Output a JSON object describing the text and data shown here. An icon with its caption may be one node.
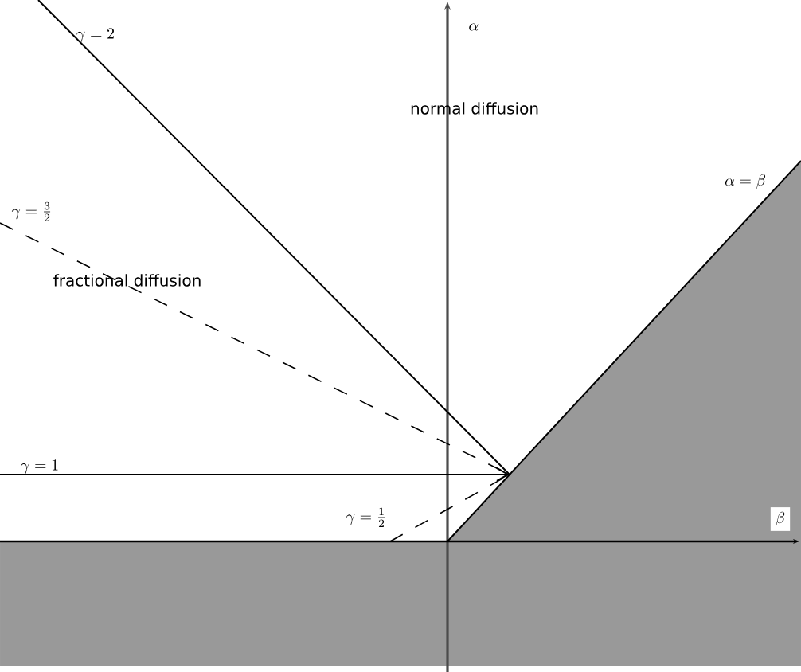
{
  "diagram": {
    "labels": [
      "\\alpha",
      "\\gamma=2",
      "normal diffusion",
      "\\gamma=\\frac{3}{2}",
      "\\alpha=\\beta",
      "fractional diffusion",
      "\\gamma=1",
      "\\gamma=\\frac{1}{2}",
      "\\beta"
    ]
  }
}
